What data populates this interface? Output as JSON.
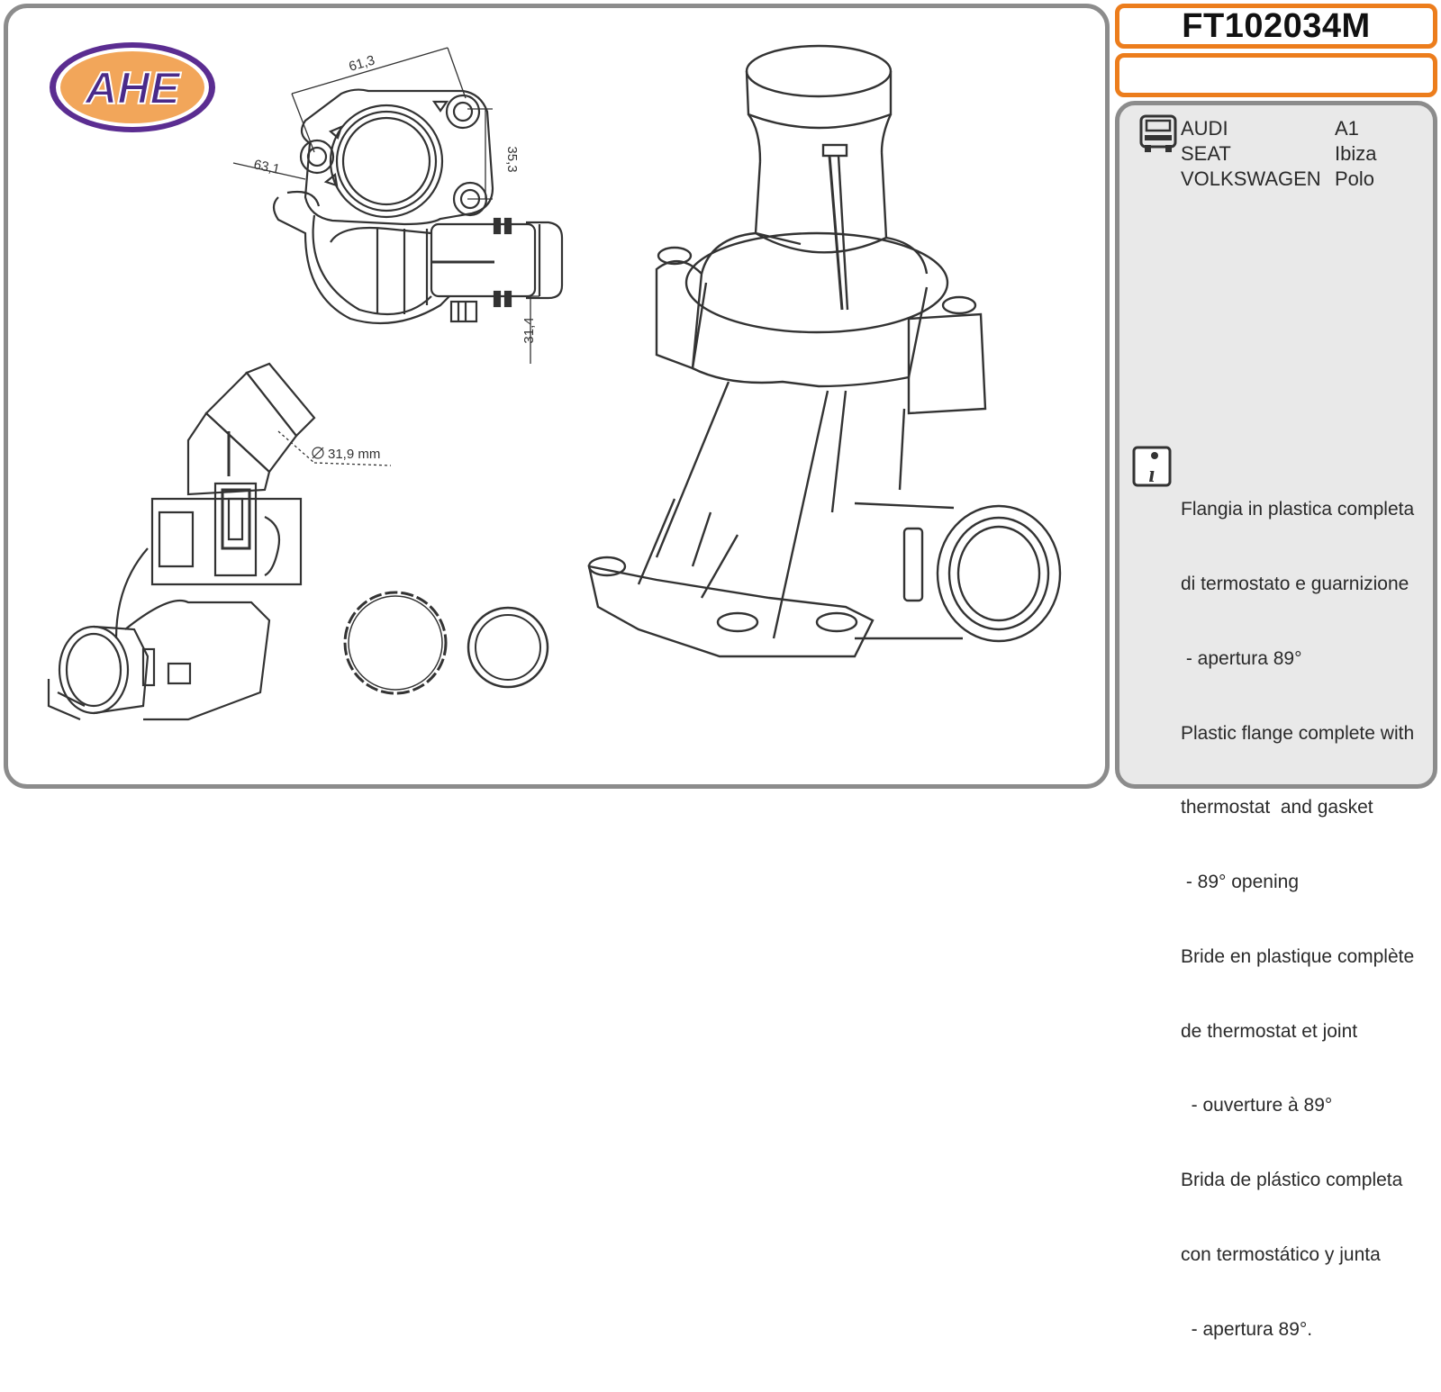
{
  "brand": {
    "logo_text": "AHE",
    "colors": {
      "logo_fill": "#f2a65a",
      "logo_ring": "#5b2d91",
      "logo_text": "#4a2a8a",
      "accent": "#ec7d1c",
      "panel_border": "#8c8c8c",
      "panel_bg": "#e9e9e9"
    }
  },
  "product": {
    "code": "FT102034M",
    "secondary": ""
  },
  "dimensions": {
    "d1": "61,3",
    "d2": "35,3",
    "d3": "63,1",
    "d4": "31,4",
    "diameter": "31,9 mm"
  },
  "applications": [
    {
      "make": "AUDI",
      "model": "A1"
    },
    {
      "make": "SEAT",
      "model": "Ibiza"
    },
    {
      "make": "VOLKSWAGEN",
      "model": "Polo"
    }
  ],
  "icons": {
    "vehicle": "vehicle-icon",
    "info": "info-icon"
  },
  "description": [
    "Flangia in plastica completa",
    "di termostato e guarnizione",
    " - apertura 89°",
    "Plastic flange complete with",
    "thermostat  and gasket",
    " - 89° opening",
    "Bride en plastique complète",
    "de thermostat et joint",
    "  - ouverture à 89°",
    "Brida de plástico completa",
    "con termostático y junta",
    "  - apertura 89°."
  ]
}
